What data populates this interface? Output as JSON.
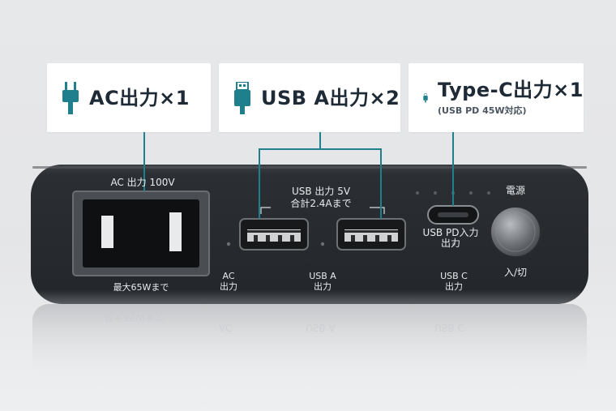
{
  "callouts": {
    "ac": {
      "title": "AC出力×1",
      "icon": "ac-plug-icon"
    },
    "usba": {
      "title": "USB A出力×2",
      "icon": "usb-a-plug-icon"
    },
    "typec": {
      "title": "Type-C出力×1",
      "subtitle": "(USB PD 45W対応)",
      "icon": "usb-c-plug-icon"
    }
  },
  "panel": {
    "ac_top": "AC 出力 100V",
    "ac_bottom": "最大65Wまで",
    "ac_led": "AC\n出力",
    "usb_top_1": "USB 出力 5V",
    "usb_top_2": "合計2.4Aまで",
    "usba_led": "USB A\n出力",
    "usbc_in": "USB PD入力\n出力",
    "usbc_led": "USB C\n出力",
    "power_top": "電源",
    "power_bottom": "入/切"
  },
  "reflection": {
    "ac_bottom": "最大65Wまで",
    "ac_led": "AC",
    "usba_led": "USB A",
    "usbc_led": "USB C"
  },
  "colors": {
    "accent": "#1f7f8c",
    "device": "#2a2d31"
  }
}
